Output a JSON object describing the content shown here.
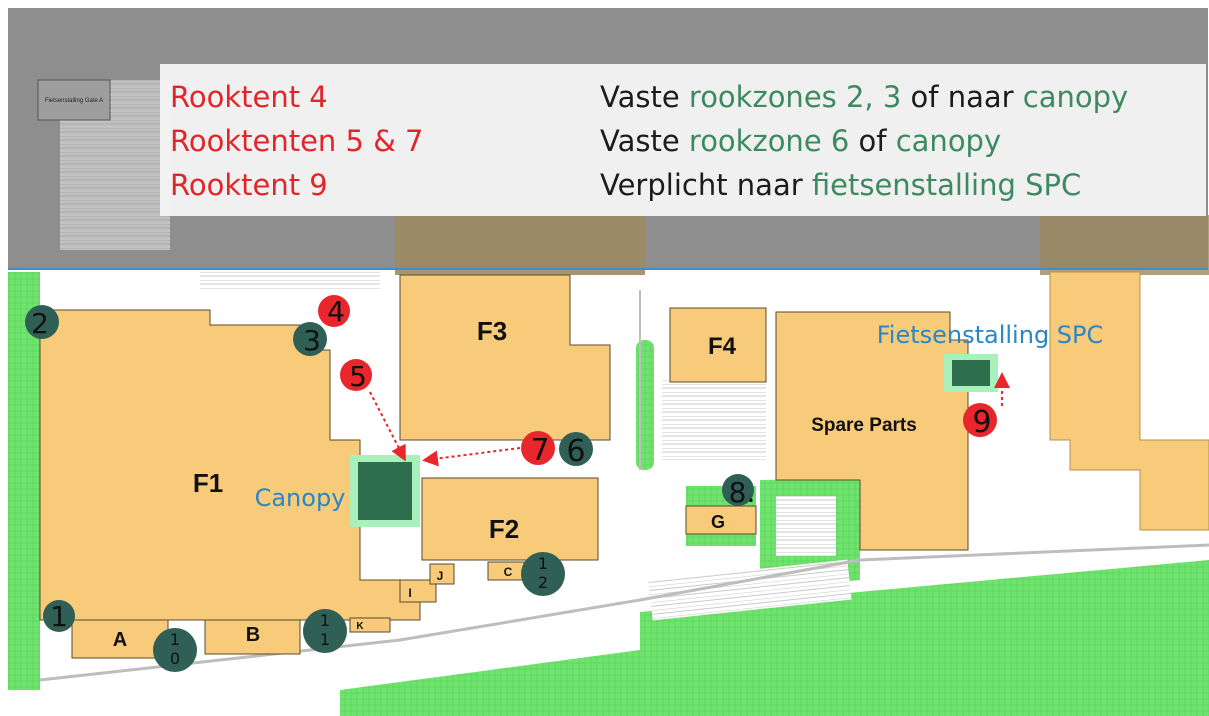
{
  "legend": {
    "rows": [
      {
        "left": "Rooktent 4",
        "right": [
          {
            "text": "Vaste ",
            "color": "black"
          },
          {
            "text": "rookzones 2, 3",
            "color": "green"
          },
          {
            "text": " of naar ",
            "color": "black"
          },
          {
            "text": "canopy",
            "color": "green"
          }
        ]
      },
      {
        "left": "Rooktenten 5 & 7",
        "right": [
          {
            "text": "Vaste ",
            "color": "black"
          },
          {
            "text": "rookzone 6",
            "color": "green"
          },
          {
            "text": " of ",
            "color": "black"
          },
          {
            "text": "canopy",
            "color": "green"
          }
        ]
      },
      {
        "left": "Rooktent 9",
        "right": [
          {
            "text": "Verplicht naar ",
            "color": "black"
          },
          {
            "text": "fietsenstalling SPC",
            "color": "green"
          }
        ]
      }
    ]
  },
  "buildings": {
    "f1": "F1",
    "f2": "F2",
    "f3": "F3",
    "f4": "F4",
    "spare_parts": "Spare Parts",
    "a": "A",
    "b": "B",
    "c": "C",
    "g": "G",
    "i": "I",
    "j": "J",
    "k": "K"
  },
  "places": {
    "canopy": "Canopy",
    "fietsenstalling": "Fietsenstalling SPC",
    "top_left_area": "Fietsenstalling Gate A"
  },
  "markers": {
    "m1": "1",
    "m2": "2",
    "m3": "3",
    "m4": "4",
    "m5": "5",
    "m6": "6",
    "m7": "7",
    "m8": "8.",
    "m9": "9",
    "m10a": "1",
    "m10b": "0",
    "m11a": "1",
    "m11b": "1",
    "m12a": "1",
    "m12b": "2"
  },
  "colors": {
    "building": "#f7cb7a",
    "grass": "#6ee46e",
    "smoke_tent": "#e8262c",
    "smoke_zone": "#2f5f55",
    "canopy": "#2e6e4c",
    "accent_blue": "#2a86c6",
    "legend_red": "#e0262b",
    "legend_green": "#3c8a5f"
  }
}
